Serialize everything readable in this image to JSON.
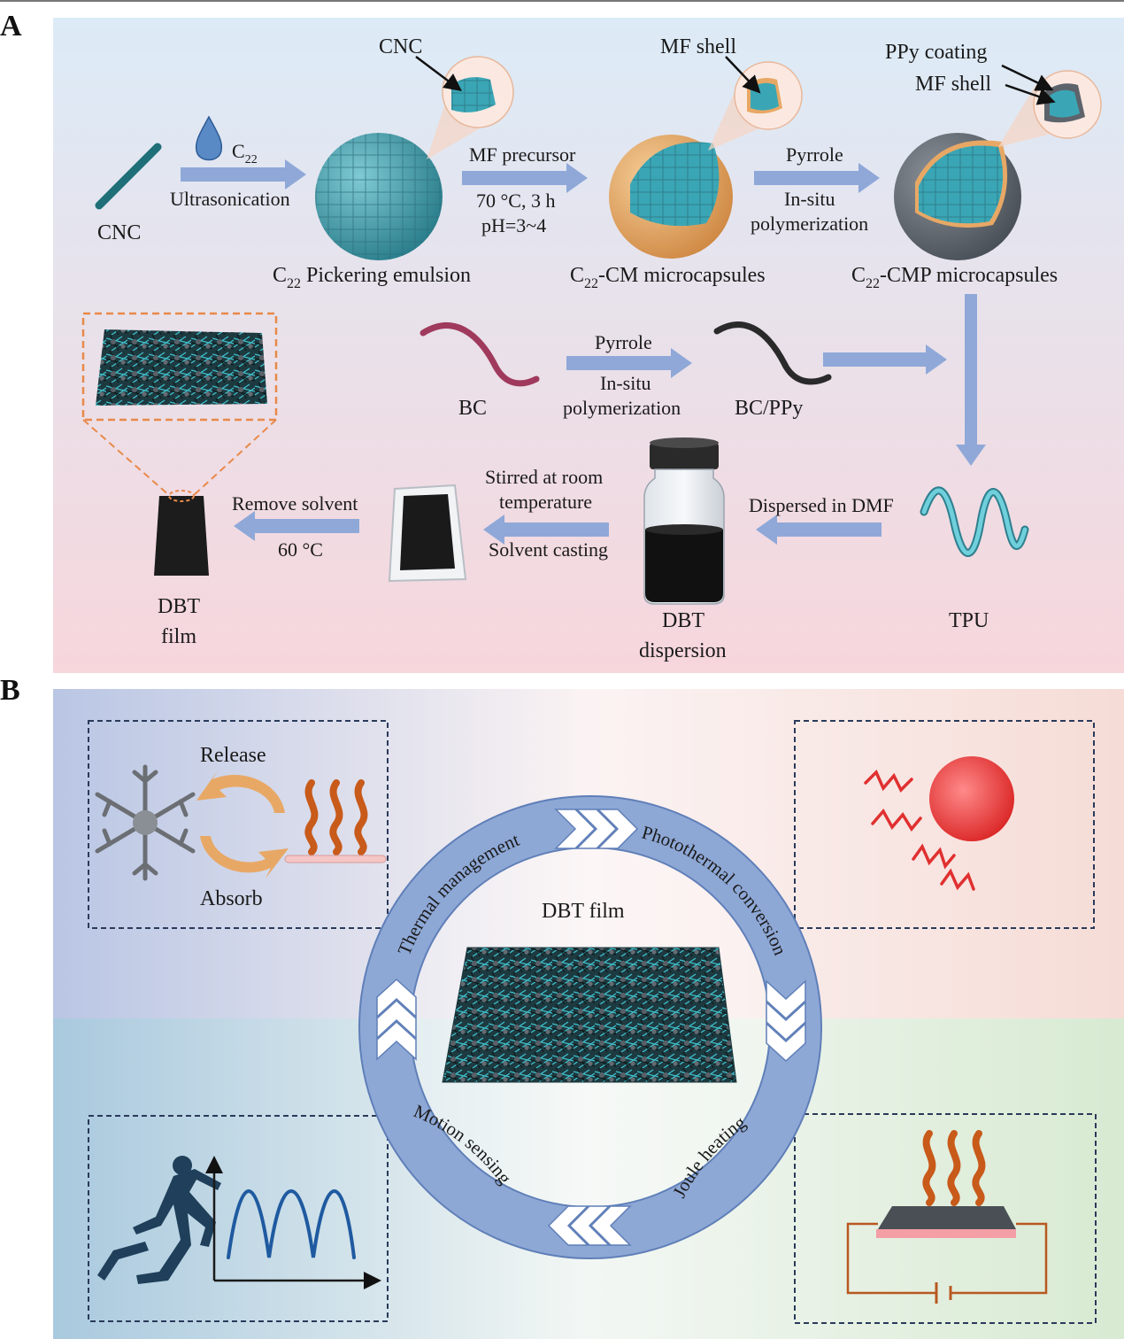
{
  "panel_a": {
    "letter": "A",
    "cnc_rod_label": "CNC",
    "droplet_label": "C",
    "droplet_sub": "22",
    "step1_label": "Ultrasonication",
    "emulsion_zoom_label": "CNC",
    "emulsion_label_pre": "C",
    "emulsion_label_sub": "22",
    "emulsion_label_post": " Pickering emulsion",
    "step2_line1": "MF precursor",
    "step2_line2": "70 °C, 3 h",
    "step2_line3": "pH=3~4",
    "cm_zoom_label": "MF shell",
    "cm_label_pre": "C",
    "cm_label_sub": "22",
    "cm_label_post": "-CM microcapsules",
    "step3_line1": "Pyrrole",
    "step3_line2": "In-situ",
    "step3_line3": "polymerization",
    "cmp_zoom_label1": "PPy coating",
    "cmp_zoom_label2": "MF shell",
    "cmp_label_pre": "C",
    "cmp_label_sub": "22",
    "cmp_label_post": "-CMP microcapsules",
    "bc_label": "BC",
    "bc_step_line1": "Pyrrole",
    "bc_step_line2": "In-situ",
    "bc_step_line3": "polymerization",
    "bcppy_label": "BC/PPy",
    "tpu_label": "TPU",
    "disperse_label": "Dispersed in DMF",
    "dispersion_line1": "DBT",
    "dispersion_line2": "dispersion",
    "cast_line1": "Stirred at room",
    "cast_line2": "temperature",
    "cast_line3": "Solvent casting",
    "remove_line1": "Remove solvent",
    "remove_line2": "60 °C",
    "film_line1": "DBT",
    "film_line2": "film"
  },
  "panel_b": {
    "letter": "B",
    "center_label": "DBT film",
    "ring_labels": {
      "thermal": "Thermal management",
      "photothermal": "Photothermal conversion",
      "joule": "Joule heating",
      "motion": "Motion sensing"
    },
    "thermal_box": {
      "release": "Release",
      "absorb": "Absorb"
    }
  },
  "colors": {
    "arrow_blue": "#8fa8d8",
    "ring_blue": "#8ea8d6",
    "cnc_teal": "#3aa6b5",
    "mf_orange": "#e8a865",
    "ppy_gray": "#6a7078",
    "heat_orange": "#c85a1a",
    "sun_red": "#e03030",
    "wave_blue": "#1f5aa0",
    "circuit": "#b85820"
  }
}
